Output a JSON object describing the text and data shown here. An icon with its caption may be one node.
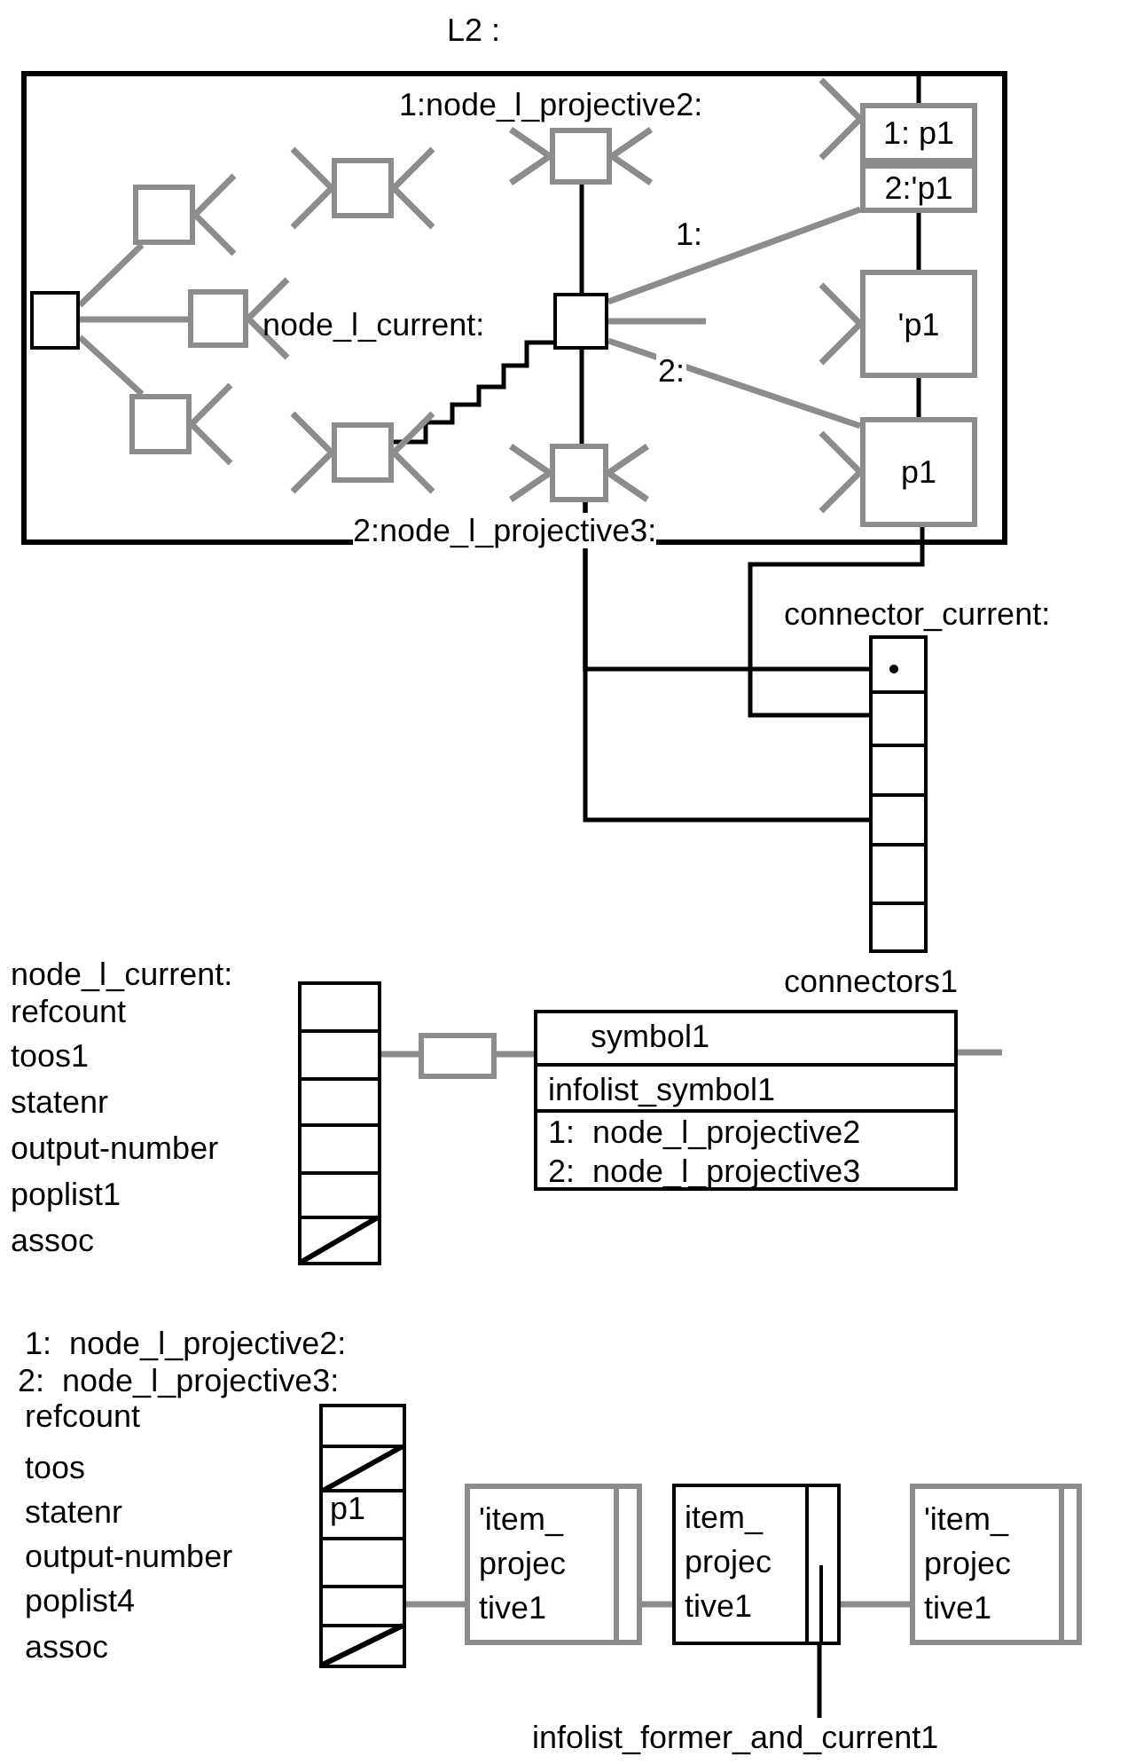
{
  "diagram": {
    "nodes": [
      {
        "text": [
          "L2 :"
        ]
      },
      {
        "text": [],
        "shape": "box",
        "in": 0
      },
      {
        "text": [],
        "shape": "box",
        "in": 0
      },
      {
        "text": [],
        "shape": "box",
        "in": 0
      },
      {
        "text": [],
        "shape": "box",
        "in": 0
      },
      {
        "text": [],
        "shape": "box",
        "in": 0
      },
      {
        "text": [],
        "shape": "box",
        "in": 0
      },
      {
        "text": [
          "1:node_l_projective2:"
        ],
        "in": 0
      },
      {
        "text": [
          "node_l_current:"
        ],
        "in": 0
      },
      {
        "text": [
          "2:node_l_projective3:"
        ],
        "in": 0
      },
      {
        "text": [
          "1: p1"
        ],
        "in": 0
      },
      {
        "text": [
          "2:'p1"
        ],
        "in": 0
      },
      {
        "text": [
          "'p1"
        ],
        "in": 0
      },
      {
        "text": [
          "p1"
        ],
        "in": 0
      },
      {
        "text": [
          "connector_current:"
        ],
        "beside": [
          "connectors1"
        ]
      },
      {
        "text": [
          "node_l_current:"
        ],
        "beside": [
          "refcount",
          "toos1",
          "statenr",
          "output-number",
          "poplist1",
          "assoc"
        ]
      },
      {
        "text": [],
        "shape": "box"
      },
      {
        "text": [
          "symbol1",
          "infolist_symbol1",
          "1:  node_l_projective2",
          "2:  node_l_projective3"
        ]
      },
      {
        "text": [
          "1:  node_l_projective2:",
          "2:  node_l_projective3:",
          "p1"
        ],
        "beside": [
          "refcount",
          "toos",
          "statenr",
          "output-number",
          "poplist4",
          "assoc"
        ]
      },
      {
        "text": [
          "'item_ projec tive1"
        ]
      },
      {
        "text": [
          "item_ projec tive1"
        ]
      },
      {
        "text": [
          "'item_ projec tive1"
        ]
      },
      {
        "text": [
          "infolist_former_and_current1"
        ]
      }
    ],
    "edges": [
      {
        "from": 1,
        "to": 2,
        "arrow": "none"
      },
      {
        "from": 1,
        "to": 3,
        "arrow": "none"
      },
      {
        "from": 1,
        "to": 4,
        "arrow": "none"
      },
      {
        "from": 6,
        "to": 8,
        "arrow": "none",
        "color": "#000000"
      },
      {
        "from": 7,
        "to": 8,
        "arrow": "none",
        "color": "#000000"
      },
      {
        "from": 8,
        "to": 9,
        "arrow": "none",
        "color": "#000000"
      },
      {
        "from": 8,
        "to": 11,
        "arrow": "none",
        "label": "1:"
      },
      {
        "from": 8,
        "to": 13,
        "arrow": "none",
        "label": "2:"
      },
      {
        "from": 8,
        "to": null,
        "arrow": "none"
      },
      {
        "from": 11,
        "to": 12,
        "arrow": "none",
        "color": "#000000"
      },
      {
        "from": 12,
        "to": 13,
        "arrow": "none",
        "color": "#000000"
      },
      {
        "from": 10,
        "to": null,
        "arrow": "none",
        "color": "#000000"
      },
      {
        "from": 9,
        "to": 14,
        "arrow": "none",
        "color": "#000000"
      },
      {
        "from": 9,
        "to": 14,
        "arrow": "none",
        "color": "#000000"
      },
      {
        "from": 13,
        "to": 14,
        "arrow": "none",
        "color": "#000000"
      },
      {
        "from": 15,
        "to": 16,
        "arrow": "none"
      },
      {
        "from": 16,
        "to": 17,
        "arrow": "none"
      },
      {
        "from": 17,
        "to": null,
        "arrow": "none"
      },
      {
        "from": 18,
        "to": 19,
        "arrow": "none"
      },
      {
        "from": 19,
        "to": 20,
        "arrow": "none"
      },
      {
        "from": 20,
        "to": 21,
        "arrow": "none"
      },
      {
        "from": 22,
        "to": 20,
        "arrow": "none",
        "color": "#000000"
      }
    ]
  }
}
